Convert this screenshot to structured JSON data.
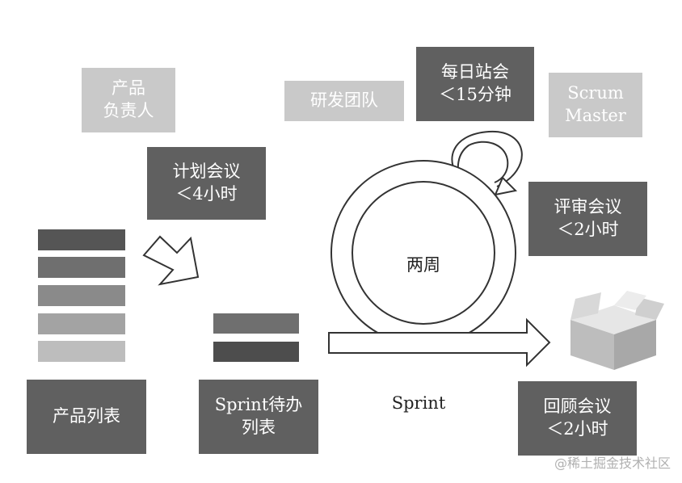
{
  "roles": {
    "product_owner": "产品\n负责人",
    "dev_team": "研发团队",
    "daily_standup": "每日站会\n＜15分钟",
    "scrum_master": "Scrum\nMaster"
  },
  "meetings": {
    "planning": "计划会议\n＜4小时",
    "review": "评审会议\n＜2小时",
    "retrospective": "回顾会议\n＜2小时"
  },
  "artifacts": {
    "product_backlog": "产品列表",
    "sprint_backlog": "Sprint待办\n列表"
  },
  "cycle": {
    "period": "两周",
    "label": "Sprint"
  },
  "watermark": "@稀土掘金技术社区",
  "colors": {
    "light_box": "#c9c9c9",
    "dark_box": "#606060",
    "backlog_bars": [
      "#555555",
      "#6f6f6f",
      "#8a8a8a",
      "#a3a3a3",
      "#bdbdbd"
    ],
    "sprint_bars": [
      "#6f6f6f",
      "#4d4d4d"
    ]
  }
}
